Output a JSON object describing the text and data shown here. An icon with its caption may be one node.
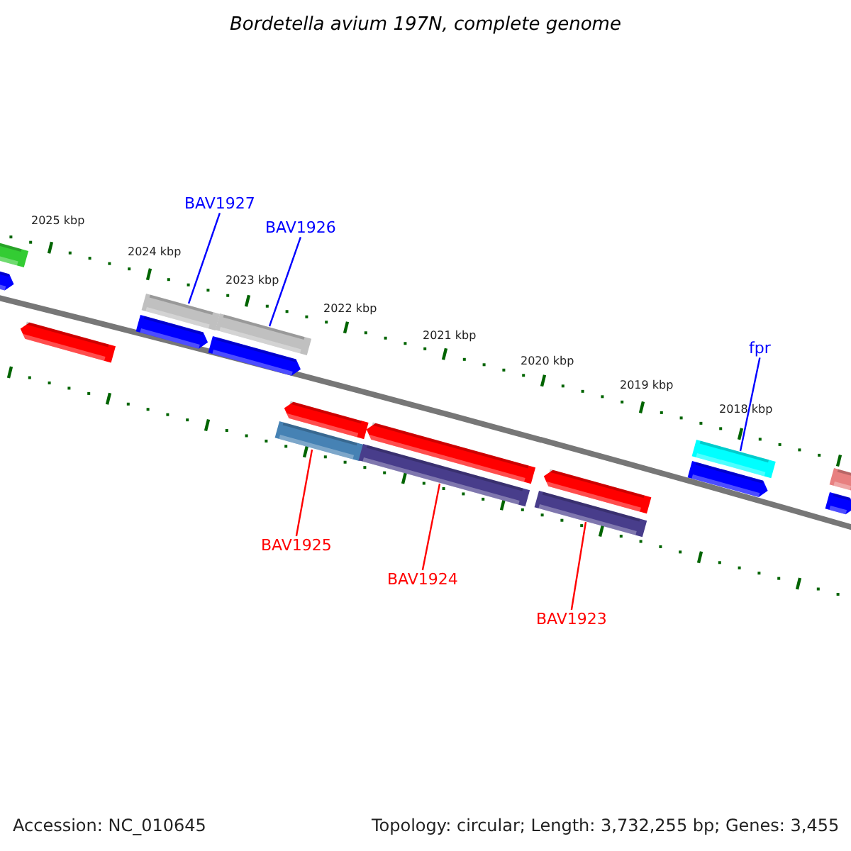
{
  "diagram": {
    "title": "Bordetella avium 197N, complete genome",
    "nodes": [
      {
        "text": [
          "BAV1927"
        ]
      },
      {
        "text": [],
        "shape": "bar"
      },
      {
        "text": [
          "BAV1926"
        ]
      },
      {
        "text": [],
        "shape": "bar"
      },
      {
        "text": [
          "fpr"
        ]
      },
      {
        "text": [],
        "shape": "bar"
      },
      {
        "text": [
          "BAV1925"
        ]
      },
      {
        "text": [],
        "shape": "bar"
      },
      {
        "text": [
          "BAV1924"
        ]
      },
      {
        "text": [],
        "shape": "bar"
      },
      {
        "text": [
          "BAV1923"
        ]
      },
      {
        "text": [],
        "shape": "bar"
      }
    ],
    "edges": [
      {
        "from": 0,
        "to": 1,
        "arrow": "none",
        "color": "#0000ff"
      },
      {
        "from": 2,
        "to": 3,
        "arrow": "none",
        "color": "#0000ff"
      },
      {
        "from": 4,
        "to": 5,
        "arrow": "none",
        "color": "#0000ff"
      },
      {
        "from": 6,
        "to": 7,
        "arrow": "none",
        "color": "#ff0000"
      },
      {
        "from": 8,
        "to": 9,
        "arrow": "none",
        "color": "#ff0000"
      },
      {
        "from": 10,
        "to": 11,
        "arrow": "none",
        "color": "#ff0000"
      }
    ],
    "labels": [
      "2025 kbp",
      "2024 kbp",
      "2023 kbp",
      "2022 kbp",
      "2021 kbp",
      "2020 kbp",
      "2019 kbp",
      "2018 kbp",
      "Accession: NC_010645",
      "Topology: circular; Length: 3,732,255 bp; Genes: 3,455"
    ]
  }
}
